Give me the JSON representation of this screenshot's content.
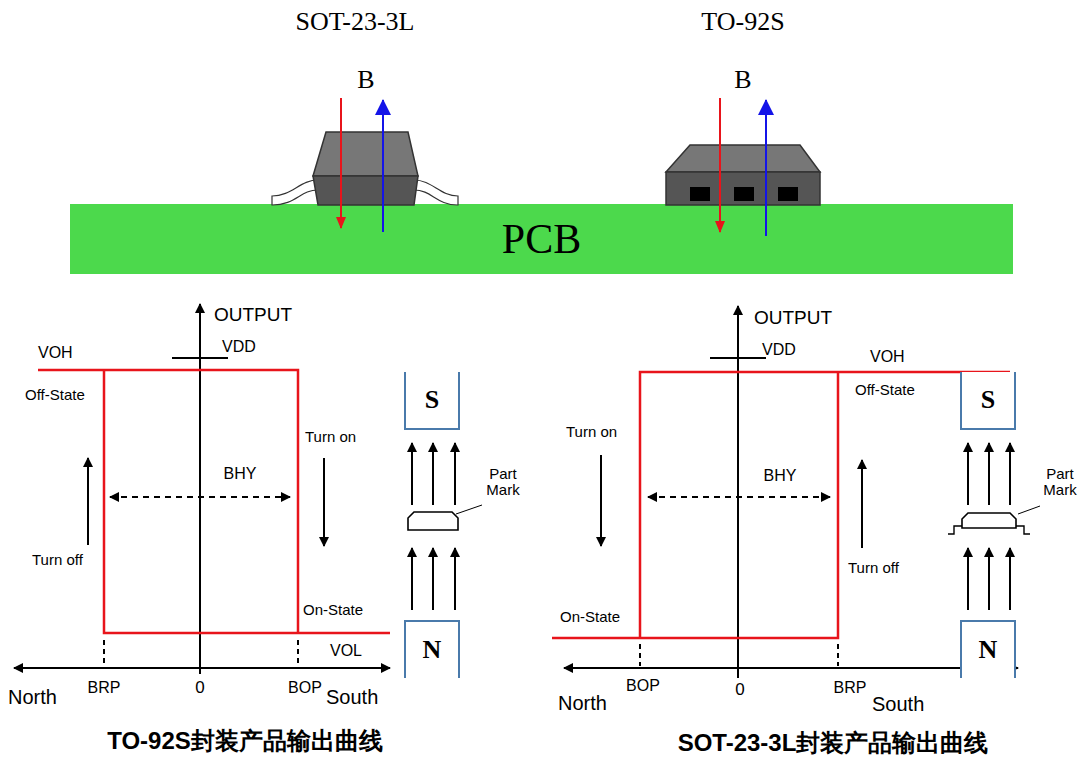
{
  "diagram": {
    "nodes": [
      {
        "text": [
          "PCB"
        ]
      },
      {
        "text": [
          "S"
        ]
      },
      {
        "text": [
          "N"
        ]
      },
      {
        "text": [
          "S"
        ]
      },
      {
        "text": [
          "N"
        ]
      }
    ],
    "labels": [
      "SOT-23-3L",
      "TO-92S",
      "B",
      "B",
      "OUTPUT",
      "VDD",
      "VOH",
      "Off-State",
      "Turn on",
      "BHY",
      "Turn off",
      "On-State",
      "VOL",
      "North",
      "BRP",
      "0",
      "BOP",
      "South",
      "Part Mark",
      "TO-92S封装产品输出曲线",
      "OUTPUT",
      "VDD",
      "VOH",
      "Off-State",
      "Turn on",
      "BHY",
      "Turn off",
      "On-State",
      "North",
      "BOP",
      "0",
      "BRP",
      "South",
      "Part Mark",
      "SOT-23-3L封装产品输出曲线"
    ]
  }
}
